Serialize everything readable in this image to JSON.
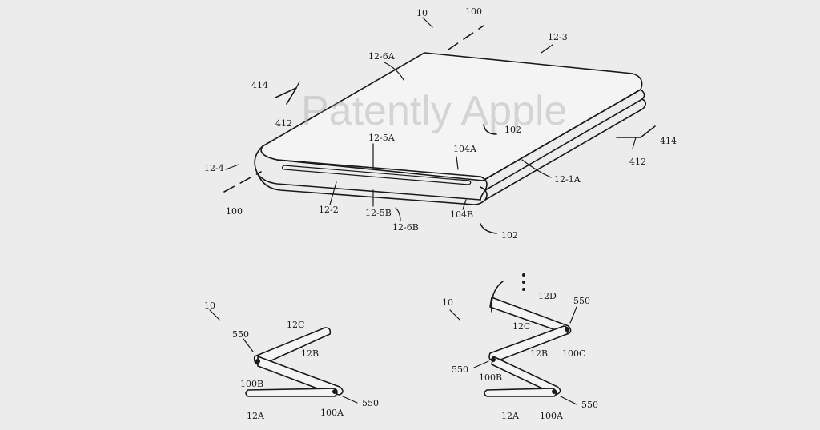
{
  "watermark": "Patently Apple",
  "figure_top": {
    "labels": {
      "device_ref": "10",
      "axis_top": "100",
      "axis_left": "100",
      "side_top_right": "12-3",
      "surface_top": "12-6A",
      "surface_bottom": "12-6B",
      "edge_left": "12-4",
      "fold_outer": "12-5A",
      "fold_inner": "12-5B",
      "side_front": "12-2",
      "side_right": "12-1A",
      "hinge_top": "104A",
      "hinge_bottom": "104B",
      "rotation_top": "102",
      "rotation_bottom": "102",
      "arrow_left_label": "414",
      "arrow_left_ref": "412",
      "arrow_right_label": "414",
      "arrow_right_ref": "412"
    }
  },
  "figure_bottom_left": {
    "labels": {
      "device_ref": "10",
      "hinge_top_ref": "550",
      "panel_c": "12C",
      "panel_b": "12B",
      "hinge_b": "100B",
      "hinge_a": "100A",
      "hinge_bottom_ref": "550",
      "panel_a": "12A"
    }
  },
  "figure_bottom_right": {
    "labels": {
      "continuation": "⋮",
      "device_ref": "10",
      "panel_d": "12D",
      "hinge_top_ref": "550",
      "panel_c": "12C",
      "hinge_c": "100C",
      "panel_b": "12B",
      "hinge_mid_ref": "550",
      "hinge_b": "100B",
      "hinge_a": "100A",
      "hinge_bottom_ref": "550",
      "panel_a": "12A"
    }
  }
}
